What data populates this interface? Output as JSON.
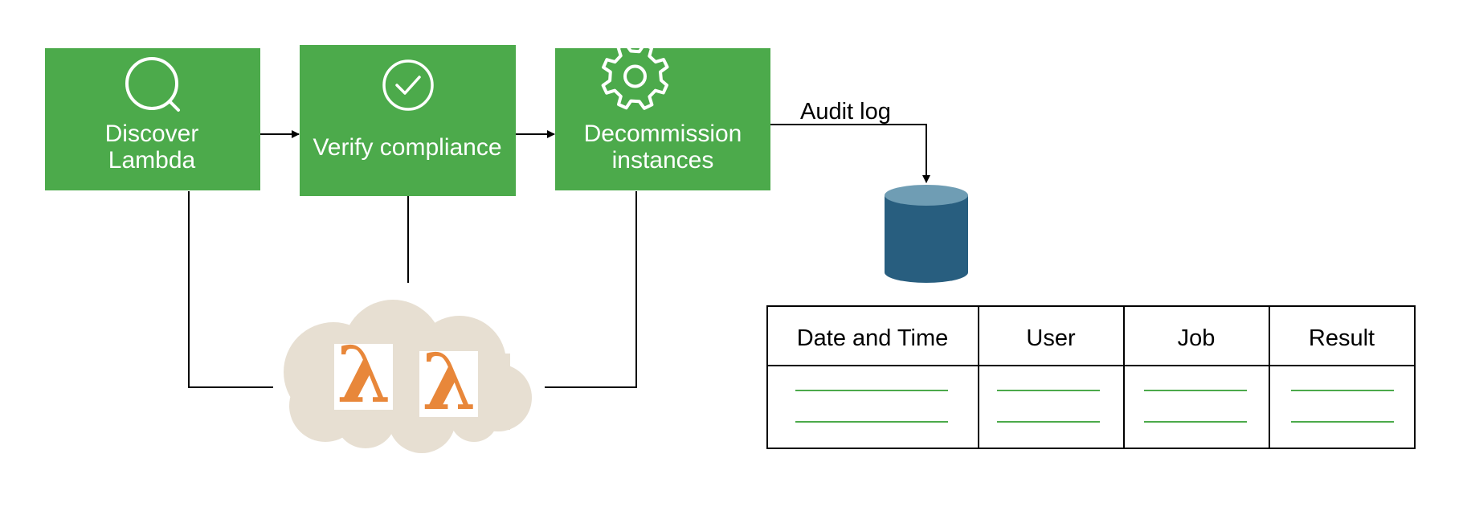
{
  "colors": {
    "step_fill": "#4caa4b",
    "step_text": "#ffffff",
    "line": "#000000",
    "database_body": "#285e7f",
    "database_top": "#6f9db4",
    "cloud": "#e7dfd2",
    "lambda": "#e8873a",
    "table_entry_line": "#4caa4b"
  },
  "steps": [
    {
      "icon": "search-icon",
      "label_lines": [
        "Discover",
        "Lambda"
      ]
    },
    {
      "icon": "check-circle-icon",
      "label_lines": [
        "Verify compliance"
      ]
    },
    {
      "icon": "gear-icon",
      "label_lines": [
        "Decommission",
        "instances"
      ]
    }
  ],
  "audit_label": "Audit log",
  "database_icon": "database-icon",
  "cloud_icon": "cloud-icon",
  "lambda_functions": [
    {
      "icon": "lambda-icon",
      "glyph": "λ"
    },
    {
      "icon": "lambda-icon",
      "glyph": "λ"
    }
  ],
  "log_table": {
    "headers": [
      "Date and Time",
      "User",
      "Job",
      "Result"
    ],
    "rows": [
      [
        "",
        "",
        "",
        ""
      ],
      [
        "",
        "",
        "",
        ""
      ]
    ]
  }
}
